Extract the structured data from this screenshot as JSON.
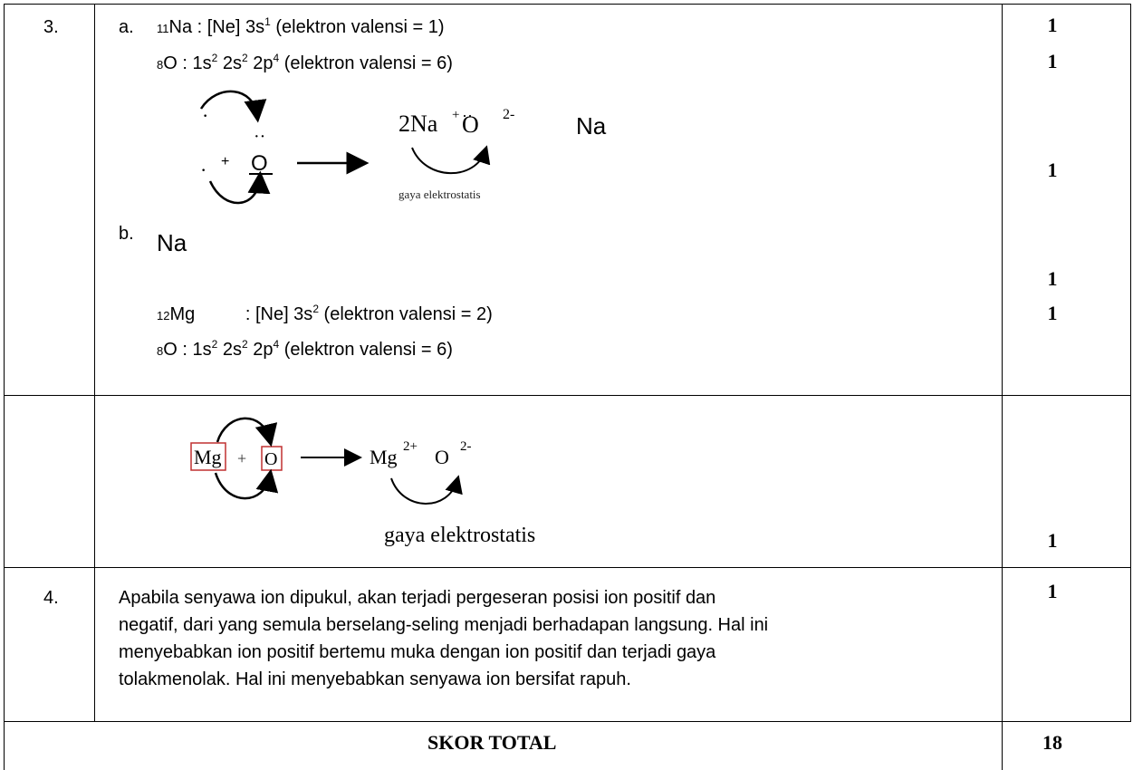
{
  "q3": {
    "number": "3.",
    "a_label": "a.",
    "a_line1": {
      "mass": "11",
      "symbol": "Na",
      "text": " : [Ne] 3s",
      "sup": "1",
      "tail": " (elektron valensi = 1)"
    },
    "a_line2": {
      "mass": "8",
      "symbol": "O",
      "text": " : 1s",
      "sup1": "2",
      "mid1": " 2s",
      "sup2": "2",
      "mid2": " 2p",
      "sup3": "4",
      "tail": " (elektron valensi = 6)"
    },
    "eq1": {
      "dot": "·",
      "plus": "+",
      "o": "O",
      "colon": "··",
      "product_na": "2Na",
      "product_na_charge": "+",
      "product_o": "O",
      "product_o_charge": "2-",
      "na_label": "Na",
      "caption": "gaya elektrostatis"
    },
    "b_label": "b.",
    "b_na": "Na",
    "b_line1": {
      "mass": "12",
      "symbol": "Mg",
      "text": "          : [Ne] 3s",
      "sup": "2",
      "tail": " (elektron valensi = 2)"
    },
    "b_line2": {
      "mass": "8",
      "symbol": "O",
      "text": " : 1s",
      "sup1": "2",
      "mid1": " 2s",
      "sup2": "2",
      "mid2": " 2p",
      "sup3": "4",
      "tail": " (elektron valensi = 6)"
    },
    "eq2": {
      "mg": "Mg",
      "plus": "+",
      "o": "O",
      "product_mg": "Mg",
      "product_mg_charge": "2+",
      "product_o": "O",
      "product_o_charge": "2-",
      "caption": "gaya elektrostatis"
    },
    "scores": [
      "1",
      "1",
      "1",
      "1",
      "1",
      "1"
    ]
  },
  "q4": {
    "number": "4.",
    "lines": [
      "Apabila senyawa ion dipukul, akan terjadi pergeseran posisi ion positif dan",
      "negatif, dari yang semula berselang-seling menjadi berhadapan langsung. Hal ini",
      "menyebabkan ion positif bertemu muka dengan ion positif dan terjadi gaya",
      "tolakmenolak. Hal ini menyebabkan senyawa ion bersifat rapuh."
    ],
    "score": "1"
  },
  "total": {
    "label": "SKOR TOTAL",
    "value": "18"
  }
}
